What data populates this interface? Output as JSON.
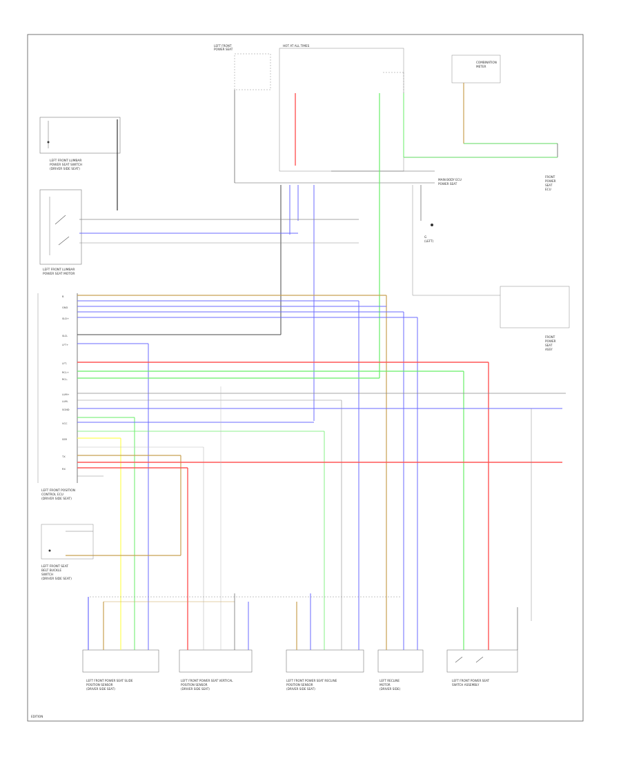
{
  "blocks": {
    "driver_lumbar_switch": [
      "LEFT FRONT LUMBAR",
      "POWER SEAT SWITCH",
      "(DRIVER SIDE SEAT)"
    ],
    "driver_lumbar_motor": [
      "LEFT FRONT LUMBAR",
      "POWER SEAT MOTOR"
    ],
    "driver_position_control": [
      "LEFT FRONT POSITION",
      "CONTROL ECU",
      "(DRIVER SIDE SEAT)"
    ],
    "belt_buckle_switch": [
      "LEFT FRONT SEAT",
      "BELT BUCKLE",
      "SWITCH",
      "(DRIVER SIDE SEAT)"
    ],
    "fuse_top_left": [
      "LEFT FRONT",
      "POWER SEAT"
    ],
    "relay_top": [
      "HOT AT ALL TIMES"
    ],
    "top_right_box": [
      "COMBINATION",
      "METER"
    ],
    "ground_point": [
      "G",
      "(LEFT)"
    ],
    "main_body_ecu_label": [
      "MAIN BODY ECU",
      "POWER SEAT"
    ],
    "right_side_label": [
      "FRONT",
      "POWER",
      "SEAT",
      "ECU"
    ],
    "right_mid_label": [
      "FRONT",
      "POWER",
      "SEAT",
      "ASSY"
    ],
    "motor1": [
      "LEFT FRONT POWER SEAT SLIDE",
      "POSITION SENSOR",
      "(DRIVER SIDE SEAT)"
    ],
    "motor2": [
      "LEFT FRONT POWER SEAT VERTICAL",
      "POSITION SENSOR",
      "(DRIVER SIDE SEAT)"
    ],
    "motor3": [
      "LEFT FRONT POWER SEAT RECLINE",
      "POSITION SENSOR",
      "(DRIVER SIDE SEAT)"
    ],
    "motor4": [
      "LEFT RECLINE",
      "MOTOR",
      "(DRIVER SIDE)"
    ],
    "motor5": [
      "LEFT FRONT POWER SEAT",
      "SWITCH ASSEMBLY"
    ],
    "edition": "EDITION"
  },
  "connector_pins": [
    "B",
    "GND",
    "SLD+",
    "SLD-",
    "LFT+",
    "LFT-",
    "RCL+",
    "RCL-",
    "LUM+",
    "LUM-",
    "SGND",
    "VCC",
    "SSR",
    "TX",
    "RX"
  ]
}
